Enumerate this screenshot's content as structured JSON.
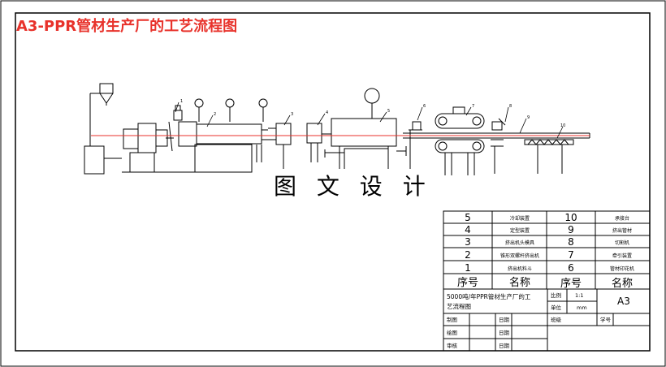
{
  "title": "A3-PPR管材生产厂的工艺流程图",
  "watermark": "图 文 设 计",
  "callouts": [
    "1",
    "2",
    "3",
    "4",
    "5",
    "6",
    "7",
    "8",
    "9",
    "10"
  ],
  "parts_list": {
    "rows": [
      {
        "no_left": "5",
        "name_left": "冷却装置",
        "no_right": "10",
        "name_right": "承接台"
      },
      {
        "no_left": "4",
        "name_left": "定型装置",
        "no_right": "9",
        "name_right": "挤出管材"
      },
      {
        "no_left": "3",
        "name_left": "挤出机头模具",
        "no_right": "8",
        "name_right": "切割机"
      },
      {
        "no_left": "2",
        "name_left": "锥形双螺杆挤出机",
        "no_right": "7",
        "name_right": "牵引装置"
      },
      {
        "no_left": "1",
        "name_left": "挤出机料斗",
        "no_right": "6",
        "name_right": "管材印花机"
      }
    ],
    "header": {
      "no": "序号",
      "name": "名称"
    }
  },
  "title_block": {
    "drawing_title": "5000吨/年PPR管材生产厂的工艺流程图",
    "scale_label": "比例",
    "scale_value": "1:1",
    "unit_label": "单位",
    "unit_value": "mm",
    "sheet_size": "A3",
    "class_label": "班级",
    "student_no_label": "学号",
    "drawn_label": "制图",
    "date_label": "日期",
    "draft_label": "绘图",
    "review_label": "审核"
  },
  "colors": {
    "accent": "#e8322b",
    "line": "#000000"
  }
}
